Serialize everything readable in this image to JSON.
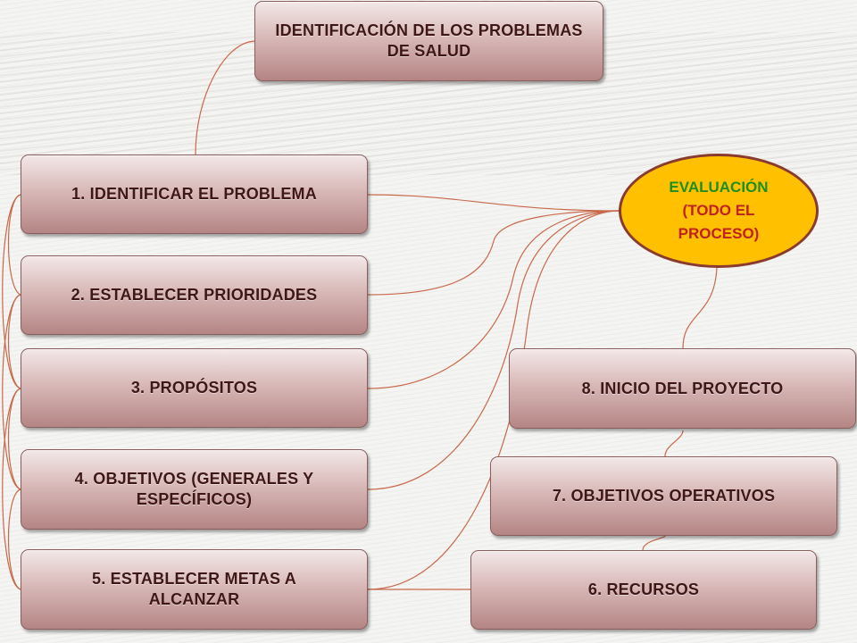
{
  "header": {
    "label": "IDENTIFICACIÓN DE LOS PROBLEMAS DE SALUD"
  },
  "steps": [
    {
      "label": "1. IDENTIFICAR EL PROBLEMA"
    },
    {
      "label": "2. ESTABLECER PRIORIDADES"
    },
    {
      "label": "3. PROPÓSITOS"
    },
    {
      "label": "4. OBJETIVOS (GENERALES Y ESPECÍFICOS)"
    },
    {
      "label": "5. ESTABLECER METAS A ALCANZAR"
    },
    {
      "label": "6. RECURSOS"
    },
    {
      "label": "7. OBJETIVOS OPERATIVOS"
    },
    {
      "label": "8. INICIO DEL PROYECTO"
    }
  ],
  "evaluation": {
    "title": "EVALUACIÓN",
    "line2": "(TODO EL",
    "line3": "PROCESO)"
  },
  "colors": {
    "connector": "#c8684a",
    "box_text": "#3e1716",
    "ellipse_fill": "#ffc000",
    "ellipse_border": "#8b3a2e",
    "evaluation_title": "#1e8f1e",
    "evaluation_sub": "#c0201e"
  }
}
